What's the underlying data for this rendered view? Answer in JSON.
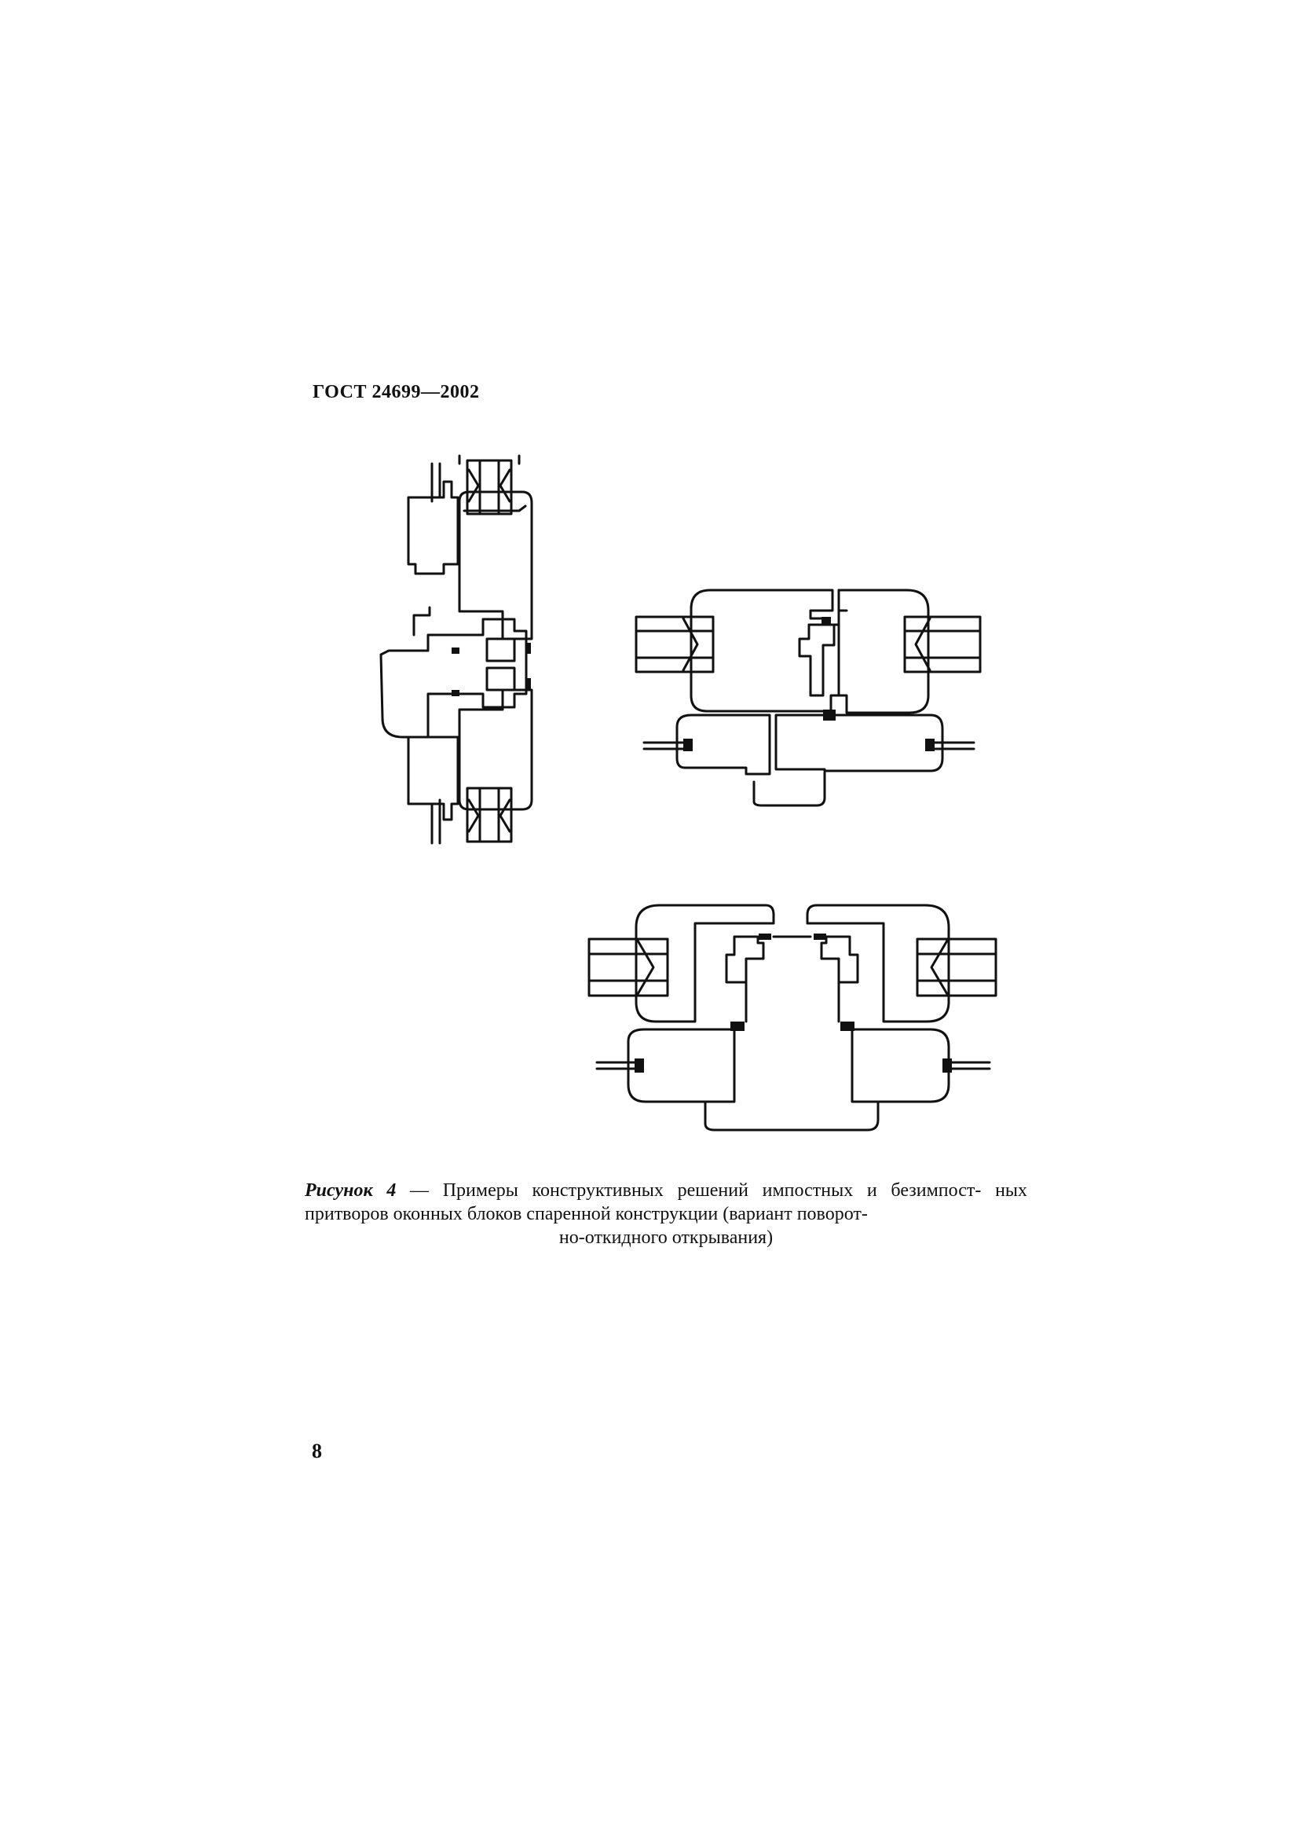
{
  "header": {
    "standard": "ГОСТ 24699—2002"
  },
  "figure": {
    "label": "Рисунок 4",
    "dash": " — ",
    "caption_line1": "Примеры конструктивных решений импостных и безимпост-",
    "caption_line2": "ных притворов  оконных блоков спаренной конструкции (вариант поворот-",
    "caption_line3": "но-откидного открывания)"
  },
  "footer": {
    "page_number": "8"
  },
  "icons": {
    "section_vertical": "impost-vertical-section-icon",
    "section_horizontal_impost": "impost-horizontal-section-icon",
    "section_horizontal_no_impost": "mullionless-horizontal-section-icon"
  }
}
